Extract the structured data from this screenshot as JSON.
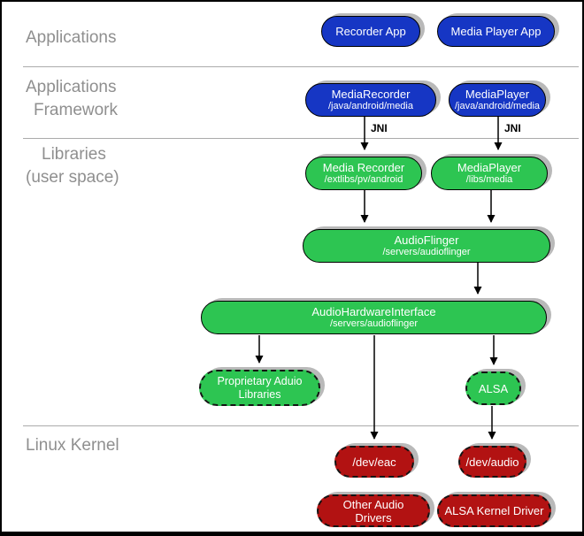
{
  "colors": {
    "app_blue": "#1636C4",
    "lib_green": "#2DC552",
    "kernel_red": "#B21212",
    "shadow": "#B9B9B9",
    "layer_label": "#8F8F8F",
    "divider": "#ABABAB",
    "arrow": "#000000"
  },
  "layers": {
    "applications": {
      "label": "Applications"
    },
    "framework": {
      "line1": "Applications",
      "line2": "Framework"
    },
    "libraries": {
      "line1": "Libraries",
      "line2": "(user space)"
    },
    "kernel": {
      "label": "Linux Kernel"
    }
  },
  "connector_labels": {
    "jni_left": "JNI",
    "jni_right": "JNI"
  },
  "nodes": {
    "recorder_app": {
      "title": "Recorder App"
    },
    "media_player_app": {
      "title": "Media Player App"
    },
    "media_recorder_framework": {
      "title": "MediaRecorder",
      "subtitle": "/java/android/media"
    },
    "media_player_framework": {
      "title": "MediaPlayer",
      "subtitle": "/java/android/media"
    },
    "media_recorder_library": {
      "title": "Media Recorder",
      "subtitle": "/extlibs/pv/android"
    },
    "media_player_library": {
      "title": "MediaPlayer",
      "subtitle": "/libs/media"
    },
    "audio_flinger": {
      "title": "AudioFlinger",
      "subtitle": "/servers/audioflinger"
    },
    "audio_hardware_interface": {
      "title": "AudioHardwareInterface",
      "subtitle": "/servers/audioflinger"
    },
    "proprietary_audio_libraries": {
      "title": "Proprietary Aduio Libraries"
    },
    "alsa": {
      "title": "ALSA"
    },
    "dev_eac": {
      "title": "/dev/eac"
    },
    "dev_audio": {
      "title": "/dev/audio"
    },
    "other_audio_drivers": {
      "title": "Other Audio Drivers"
    },
    "alsa_kernel_driver": {
      "title": "ALSA Kernel Driver"
    }
  }
}
